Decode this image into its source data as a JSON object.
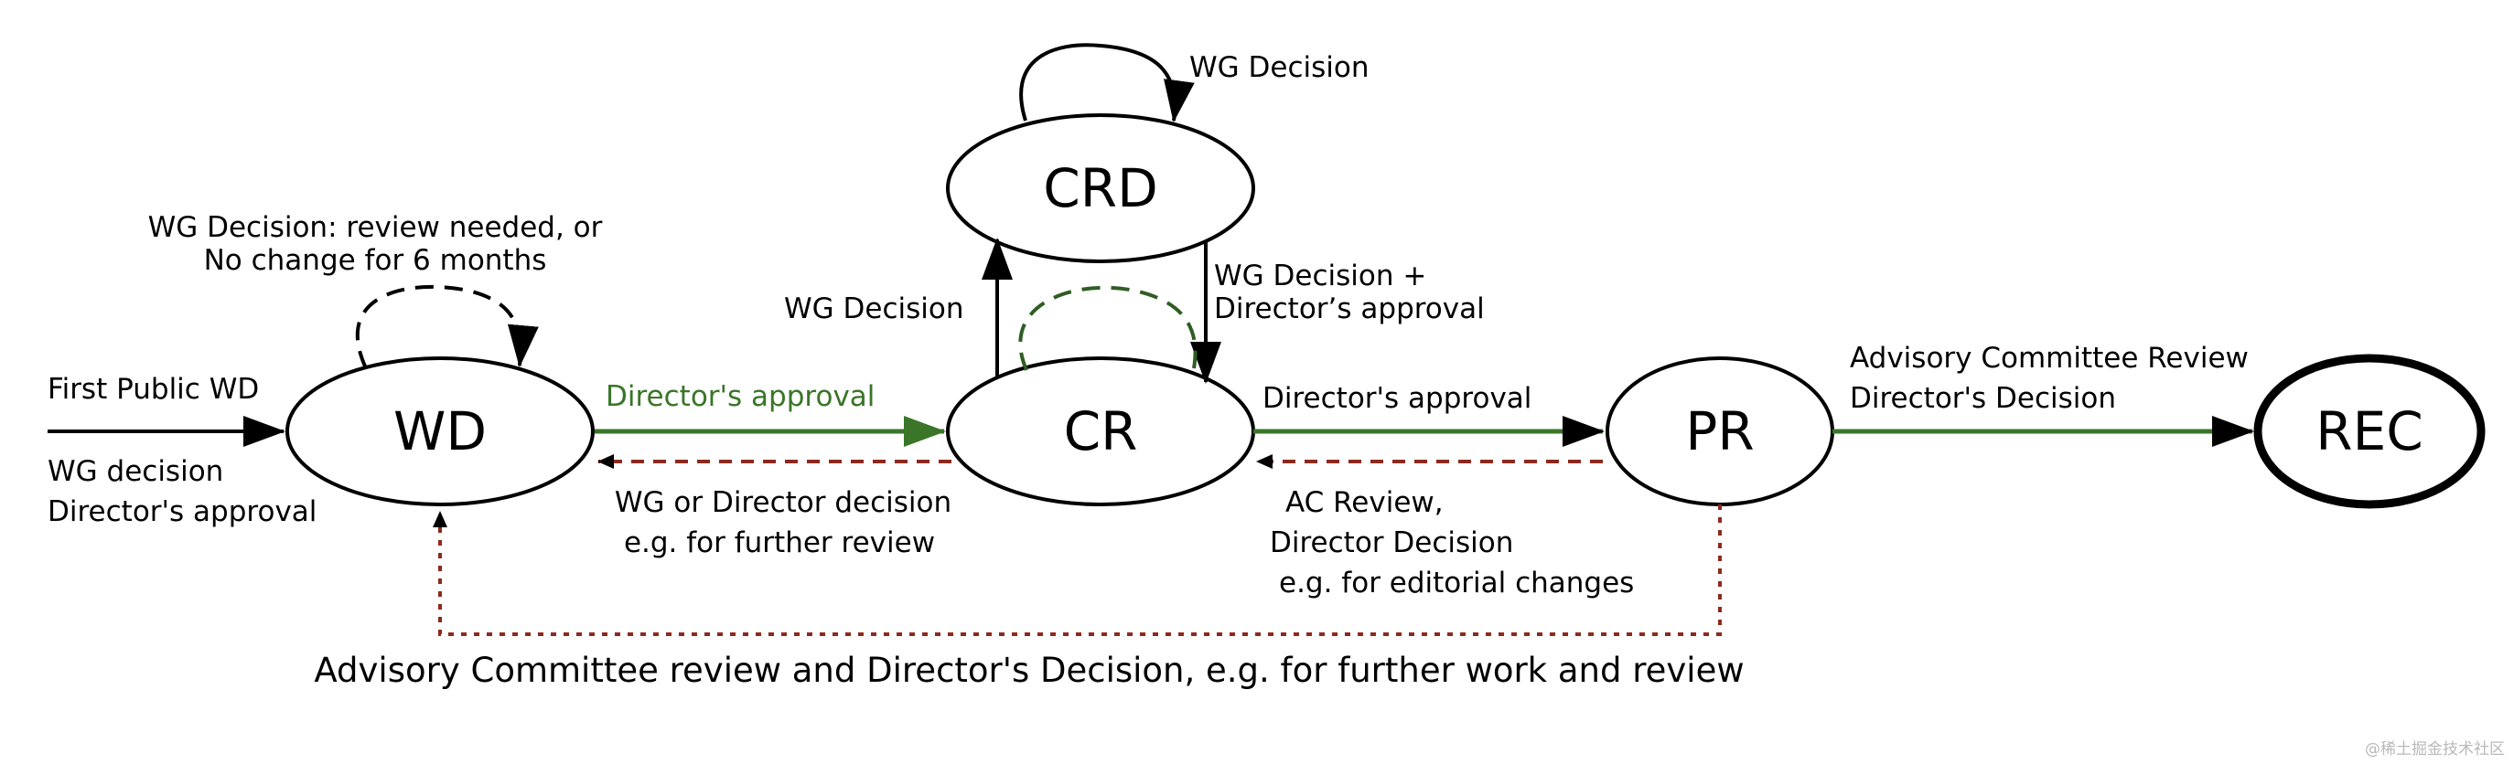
{
  "nodes": {
    "wd": "WD",
    "cr": "CR",
    "crd": "CRD",
    "pr": "PR",
    "rec": "REC"
  },
  "labels": {
    "first_public_wd": "First Public WD",
    "wg_decision_line": "WG decision",
    "directors_approval_line": "Director's approval",
    "wd_self_loop_line1": "WG Decision: review needed, or",
    "wd_self_loop_line2": "No change for 6 months",
    "wd_to_cr": "Director's approval",
    "cr_to_wd_line1": "WG or Director decision",
    "cr_to_wd_line2": "e.g. for further review",
    "cr_to_crd": "WG Decision",
    "crd_self_loop": "WG Decision",
    "crd_to_cr_line1": "WG Decision +",
    "crd_to_cr_line2": "Director’s approval",
    "cr_to_pr": "Director's approval",
    "pr_to_cr_line1": "AC Review,",
    "pr_to_cr_line2": "Director Decision",
    "pr_to_cr_line3": "e.g. for editorial changes",
    "pr_to_rec_line1": "Advisory Committee Review",
    "pr_to_rec_line2": "Director's Decision",
    "pr_to_wd": "Advisory Committee review and Director's Decision, e.g. for further work and review"
  },
  "watermark": "@稀土掘金技术社区",
  "colors": {
    "black": "#000000",
    "green": "#3a7528",
    "dark_green": "#2f5d24",
    "red": "#8b2a1e"
  }
}
